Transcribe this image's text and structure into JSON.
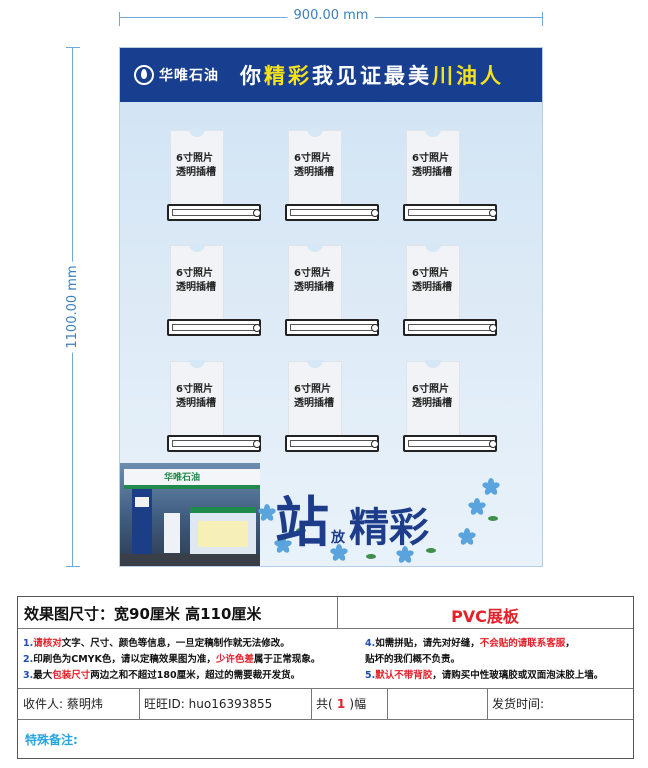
{
  "dimensions": {
    "width_label": "900.00 mm",
    "height_label": "1100.00 mm"
  },
  "board": {
    "logo_text": "华唯石油",
    "slogan_prefix": "你",
    "slogan_hl1": "精彩",
    "slogan_mid": "我见证最美",
    "slogan_hl2": "川油人",
    "slot_line1": "6寸照片",
    "slot_line2": "透明插槽",
    "station_sign": "华唯石油",
    "calligraphy_big1": "站",
    "calligraphy_small": "放",
    "calligraphy_big2": "精彩"
  },
  "info": {
    "size": "效果图尺寸：宽90厘米  高110厘米",
    "type": "PVC展板",
    "left_notes": [
      {
        "n": "1.",
        "red": "请核对",
        "text": "文字、尺寸、颜色等信息，一旦定稿制作就无法修改。"
      },
      {
        "n": "2.",
        "pre": "印刷色为CMYK色，请以定稿效果图为准，",
        "red": "少许色差",
        "post": "属于正常现象。"
      },
      {
        "n": "3.",
        "pre": "最大",
        "red": "包装尺寸",
        "post": "两边之和不超过180厘米，超过的需要裁开发货。"
      }
    ],
    "right_notes": [
      {
        "n": "4.",
        "pre": "如需拼贴，请先对好缝，",
        "red": "不会贴的请联系客服",
        "post": "，"
      },
      {
        "n": "",
        "pre": "  贴坏的我们概不负责。",
        "red": "",
        "post": ""
      },
      {
        "n": "5.",
        "pre": "",
        "red": "默认不带背胶",
        "post": "，请购买中性玻璃胶或双面泡沫胶上墙。"
      }
    ],
    "recipient": "收件人: 蔡明炜",
    "wangwang": "旺旺ID: huo16393855",
    "count_prefix": "共(",
    "count": " 1 ",
    "count_suffix": ")幅",
    "ship_time": "发货时间:",
    "remark": "特殊备注:"
  }
}
